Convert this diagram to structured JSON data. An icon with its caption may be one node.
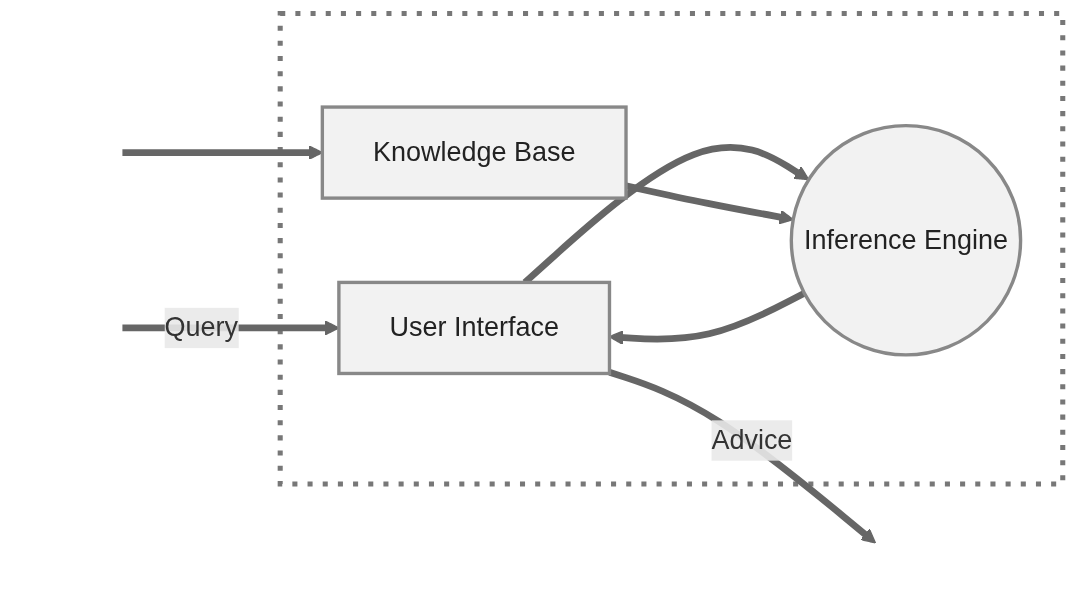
{
  "diagram": {
    "nodes": [
      {
        "text": [],
        "shape": "box"
      },
      {
        "text": [
          "User Interface"
        ],
        "in": 0
      },
      {
        "text": [
          "Inference Engine"
        ],
        "in": 0
      },
      {
        "text": [
          "Knowledge Base"
        ],
        "in": 0
      }
    ],
    "edges": [
      {
        "from": null,
        "to": 1,
        "arrow": "to",
        "label": "Query"
      },
      {
        "from": 1,
        "to": 2,
        "arrow": "to"
      },
      {
        "from": 2,
        "to": 1,
        "arrow": "to"
      },
      {
        "from": 3,
        "to": 2,
        "arrow": "to"
      },
      {
        "from": 1,
        "to": null,
        "arrow": "to",
        "label": "Advice"
      },
      {
        "from": null,
        "to": 3,
        "arrow": "to"
      }
    ]
  }
}
